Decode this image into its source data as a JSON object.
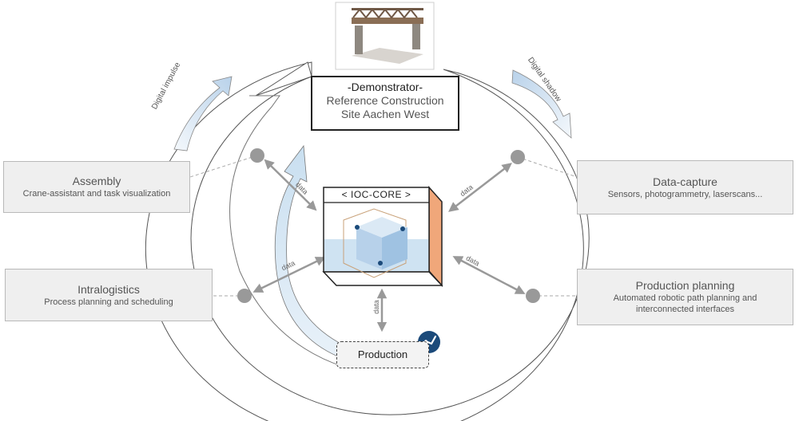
{
  "demonstrator": {
    "heading": "-Demonstrator-",
    "line1": "Reference Construction",
    "line2": "Site Aachen West"
  },
  "core": {
    "title": "< IOC-CORE >"
  },
  "production": {
    "label": "Production"
  },
  "arrows": {
    "digital_impulse": "Digital impulse",
    "digital_shadow": "Digital shadow"
  },
  "data_label": "data",
  "modules": {
    "assembly": {
      "title": "Assembly",
      "subtitle": "Crane-assistant and task visualization"
    },
    "intralogistics": {
      "title": "Intralogistics",
      "subtitle": "Process planning and scheduling"
    },
    "data_capture": {
      "title": "Data-capture",
      "subtitle": "Sensors, photogrammetry, laserscans..."
    },
    "production_planning": {
      "title": "Production planning",
      "subtitle_line1": "Automated robotic path planning and",
      "subtitle_line2": "interconnected interfaces"
    }
  },
  "colors": {
    "ring_fill": "#ffffff",
    "ring_stroke": "#555555",
    "node": "#999999",
    "impulse_arrow": "#d9e7f5",
    "core_blue": "#c9dff0",
    "core_orange": "#f0a77a",
    "robot_badge": "#1b4a7a"
  },
  "icons": {
    "robot": "robot-arm-icon",
    "bridge": "bridge-model-photo"
  }
}
